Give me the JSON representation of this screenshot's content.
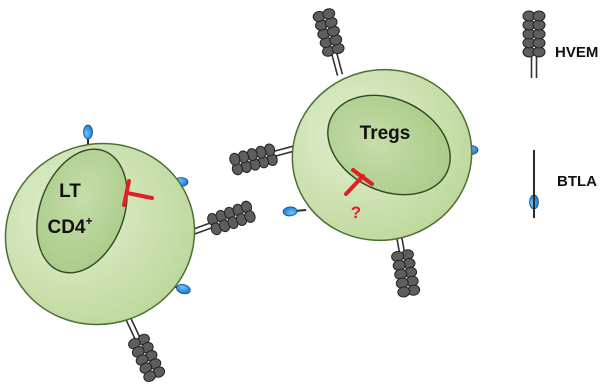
{
  "cells": {
    "lt": {
      "line1": "LT",
      "line2_base": "CD4",
      "line2_sup": "+"
    },
    "treg": {
      "label": "Tregs",
      "inhibition_mark": "?"
    }
  },
  "legend": {
    "hvem": {
      "label": "HVEM",
      "icon": "hvem-receptor-icon"
    },
    "btla": {
      "label": "BTLA",
      "icon": "btla-receptor-icon"
    }
  },
  "colors": {
    "cell_fill": "#cfe3b3",
    "cell_stroke": "#6b8a4c",
    "nucleus_fill": "#b9d49a",
    "hvem_fill": "#5a5a5a",
    "btla_head": "#1a8be0",
    "inhibition": "#e21f26"
  }
}
